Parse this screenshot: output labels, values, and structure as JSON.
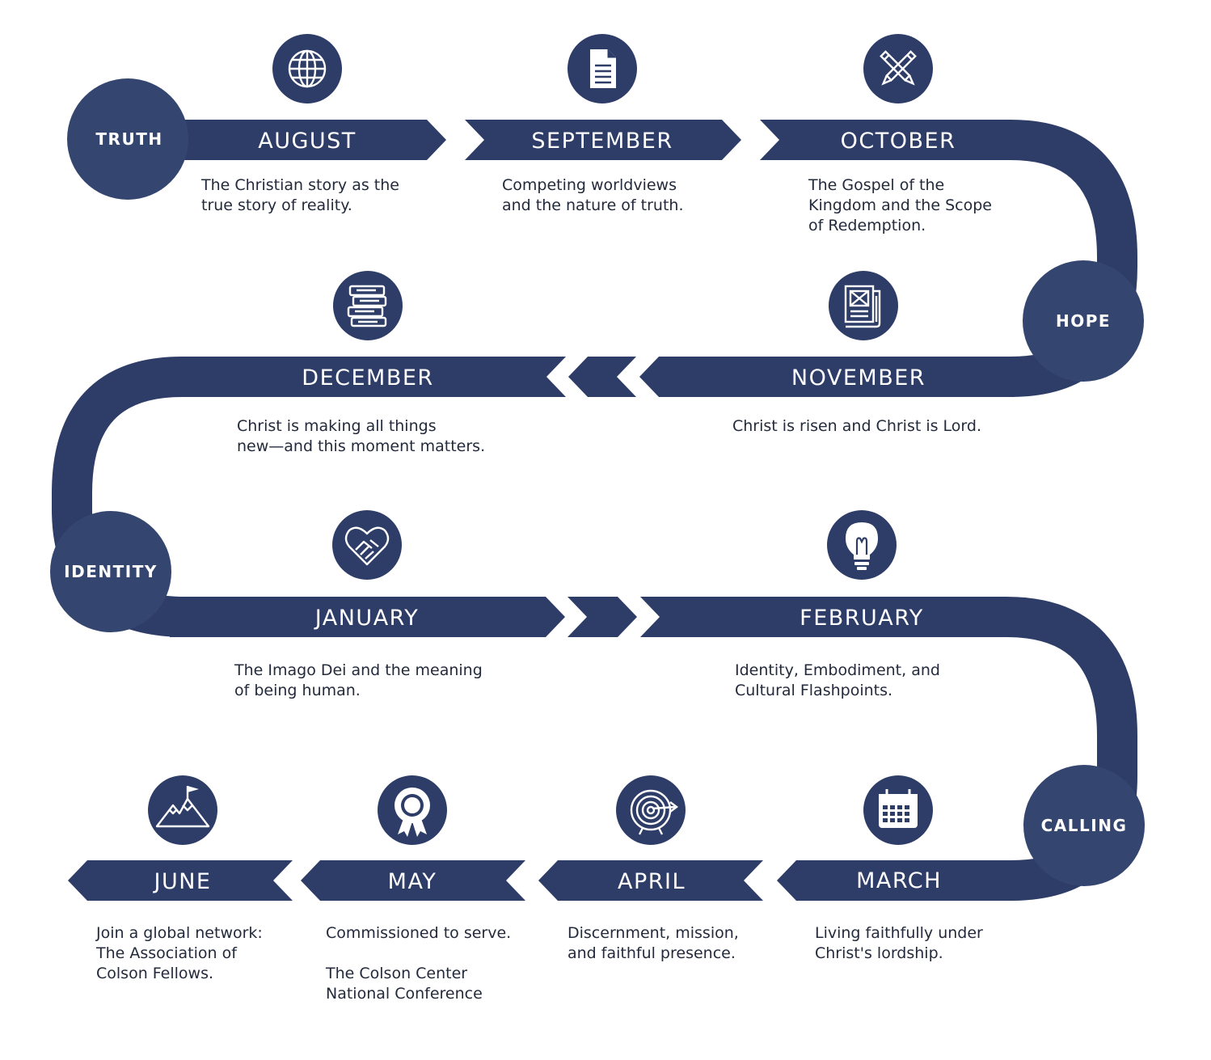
{
  "colors": {
    "band": "#2e3d68",
    "band_light": "#334472",
    "circle": "#34456f",
    "icon_bg": "#2e3d68",
    "text": "#232a3b"
  },
  "themes": {
    "truth": "TRUTH",
    "hope": "HOPE",
    "identity": "IDENTITY",
    "calling": "CALLING"
  },
  "months": {
    "august": {
      "label": "AUGUST",
      "icon": "globe-icon",
      "desc": "The Christian story as the\ntrue story of reality."
    },
    "september": {
      "label": "SEPTEMBER",
      "icon": "document-icon",
      "desc": "Competing worldviews\nand the nature of truth."
    },
    "october": {
      "label": "OCTOBER",
      "icon": "crossed-pencils-icon",
      "desc": "The Gospel of the\nKingdom and the Scope\nof Redemption."
    },
    "november": {
      "label": "NOVEMBER",
      "icon": "newspaper-icon",
      "desc": "Christ is risen and Christ is Lord."
    },
    "december": {
      "label": "DECEMBER",
      "icon": "books-icon",
      "desc": "Christ is making all things\nnew—and this moment matters."
    },
    "january": {
      "label": "JANUARY",
      "icon": "handshake-icon",
      "desc": "The Imago Dei and the meaning\nof being human."
    },
    "february": {
      "label": "FEBRUARY",
      "icon": "lightbulb-icon",
      "desc": "Identity, Embodiment, and\nCultural Flashpoints."
    },
    "march": {
      "label": "MARCH",
      "icon": "calendar-icon",
      "desc": "Living faithfully under\nChrist's lordship."
    },
    "april": {
      "label": "APRIL",
      "icon": "target-icon",
      "desc": "Discernment, mission,\nand faithful presence."
    },
    "may": {
      "label": "MAY",
      "icon": "award-ribbon-icon",
      "desc": "Commissioned to serve.\n\nThe Colson Center\nNational Conference"
    },
    "june": {
      "label": "JUNE",
      "icon": "mountain-flag-icon",
      "desc": "Join a global network:\nThe Association of\nColson Fellows."
    }
  }
}
